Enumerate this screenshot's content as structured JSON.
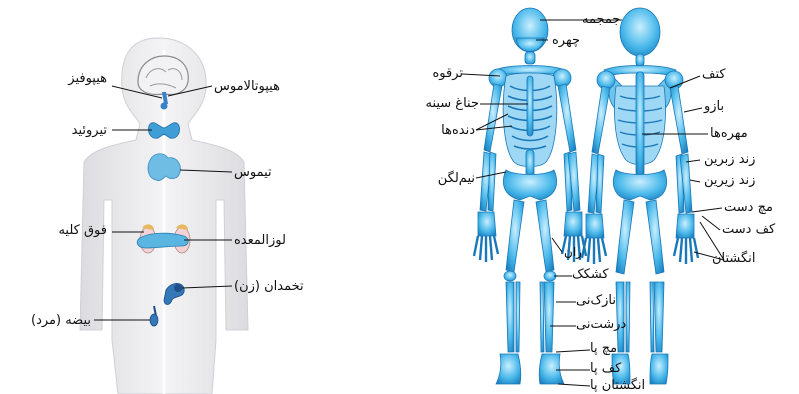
{
  "endocrine": {
    "labels": {
      "pituitary": "هیپوفیز",
      "hypothalamus": "هیپوتالاموس",
      "thyroid": "تیروئید",
      "thymus": "تیموس",
      "adrenal": "فوق کلیه",
      "pancreas": "لوزالمعده",
      "ovary": "تخمدان (زن)",
      "testis": "بیضه (مرد)"
    }
  },
  "skeleton": {
    "labels": {
      "skull": "جمجمه",
      "face": "چهره",
      "clavicle": "ترقوه",
      "shoulder": "کتف",
      "sternum": "جناغ سینه",
      "humerus": "بازو",
      "ribs": "دنده‌ها",
      "vertebrae": "مهره‌ها",
      "ulna": "زند زبرین",
      "radius": "زند زیرین",
      "pelvis": "نیم‌لگن",
      "wrist": "مچ دست",
      "palm": "کف دست",
      "fingers": "انگشتان",
      "femur": "ران",
      "patella": "کشکک",
      "fibula": "نازک‌نی",
      "tibia": "درشت‌نی",
      "ankle": "مچ پا",
      "sole": "کف پا",
      "toes": "انگشتان پا"
    }
  },
  "colors": {
    "bone": "#3fb4e8",
    "bone_light": "#bfe8fa",
    "bone_dark": "#1278b8",
    "body_silhouette": "#e8e8ea",
    "organ": "#5ab6e0"
  }
}
